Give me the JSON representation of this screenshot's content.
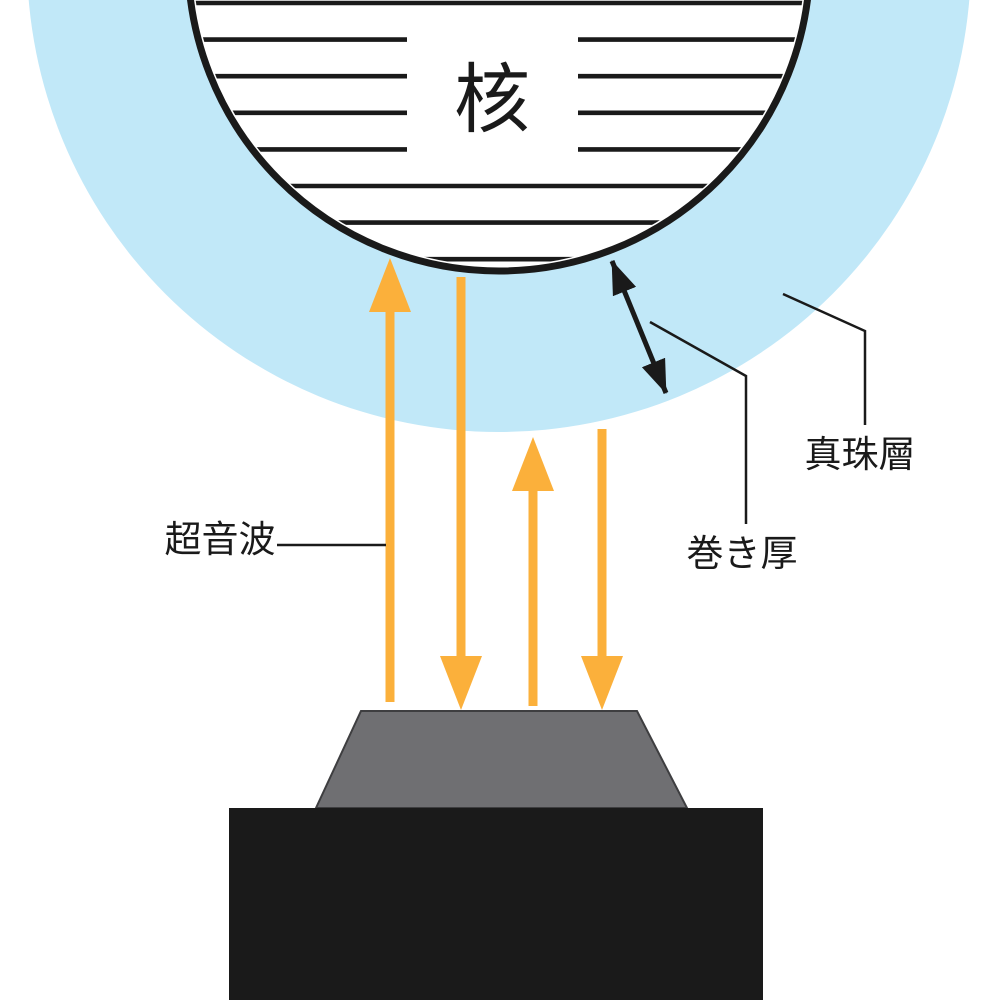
{
  "diagram": {
    "name": "pearl-nacre-ultrasound-measurement",
    "labels": {
      "nucleus": "核",
      "ultrasound": "超音波",
      "coating_thickness": "巻き厚",
      "nacre_layer": "真珠層"
    },
    "colors": {
      "background": "#FFFFFF",
      "nacre_blue": "#C1E8F8",
      "nucleus_fill": "#FFFFFF",
      "ink": "#1A1A1A",
      "ultrasound_orange": "#FBB03B",
      "probe_tip_gray": "#6F6F72",
      "probe_tip_edge": "#3E3E40",
      "probe_body_black": "#1A1A1A"
    }
  }
}
